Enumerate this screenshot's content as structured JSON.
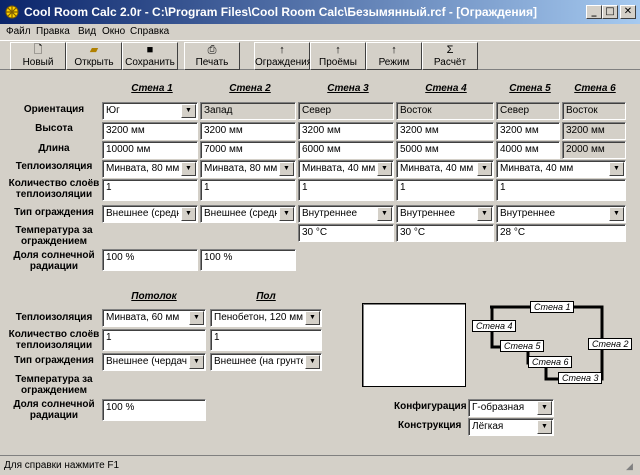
{
  "window": {
    "title": "Cool Room Calc 2.0r - C:\\Program Files\\Cool Room Calc\\Безымянный.rcf - [Ограждения]"
  },
  "menu": [
    "Файл",
    "Правка",
    "Вид",
    "Окно",
    "Справка"
  ],
  "toolbar": {
    "new": "Новый",
    "open": "Открыть",
    "save": "Сохранить",
    "print": "Печать",
    "walls": "Ограждения",
    "openings": "Проёмы",
    "mode": "Режим",
    "calc": "Расчёт"
  },
  "row_labels": {
    "orientation": "Ориентация",
    "height": "Высота",
    "length": "Длина",
    "insulation": "Теплоизоляция",
    "layers": "Количество слоёв теплоизоляции",
    "type": "Тип ограждения",
    "temp": "Температура за ограждением",
    "solar": "Доля солнечной радиации"
  },
  "walls": [
    {
      "name": "Стена 1",
      "orientation": "Юг",
      "height": "3200 мм",
      "length": "10000 мм",
      "insulation": "Минвата, 80 мм",
      "layers": "1",
      "type": "Внешнее (среднее)",
      "temp": "",
      "solar": "100 %"
    },
    {
      "name": "Стена 2",
      "orientation": "Запад",
      "height": "3200 мм",
      "length": "7000 мм",
      "insulation": "Минвата, 80 мм",
      "layers": "1",
      "type": "Внешнее (среднее)",
      "temp": "",
      "solar": "100 %"
    },
    {
      "name": "Стена 3",
      "orientation": "Север",
      "height": "3200 мм",
      "length": "6000 мм",
      "insulation": "Минвата, 40 мм",
      "layers": "1",
      "type": "Внутреннее",
      "temp": "30 °C",
      "solar": ""
    },
    {
      "name": "Стена 4",
      "orientation": "Восток",
      "height": "3200 мм",
      "length": "5000 мм",
      "insulation": "Минвата, 40 мм",
      "layers": "1",
      "type": "Внутреннее",
      "temp": "30 °C",
      "solar": ""
    },
    {
      "name": "Стена 5",
      "orientation": "Север",
      "height": "3200 мм",
      "length": "4000 мм",
      "insulation": "Минвата, 40 мм",
      "layers": "1",
      "type": "Внутреннее",
      "temp": "28 °C",
      "solar": ""
    },
    {
      "name": "Стена 6",
      "orientation": "Восток",
      "height": "3200 мм",
      "length": "2000 мм"
    }
  ],
  "ceiling": {
    "name": "Потолок",
    "insulation": "Минвата, 60 мм",
    "layers": "1",
    "type": "Внешнее (чердачное)",
    "solar": "100 %"
  },
  "floor": {
    "name": "Пол",
    "insulation": "Пенобетон, 120 мм",
    "layers": "1",
    "type": "Внешнее (на грунте)"
  },
  "config": {
    "config_label": "Конфигурация",
    "config_value": "Г-образная",
    "construction_label": "Конструкция",
    "construction_value": "Лёгкая"
  },
  "diagram_labels": [
    "Стена 1",
    "Стена 2",
    "Стена 3",
    "Стена 4",
    "Стена 5",
    "Стена 6"
  ],
  "status": "Для справки нажмите F1"
}
